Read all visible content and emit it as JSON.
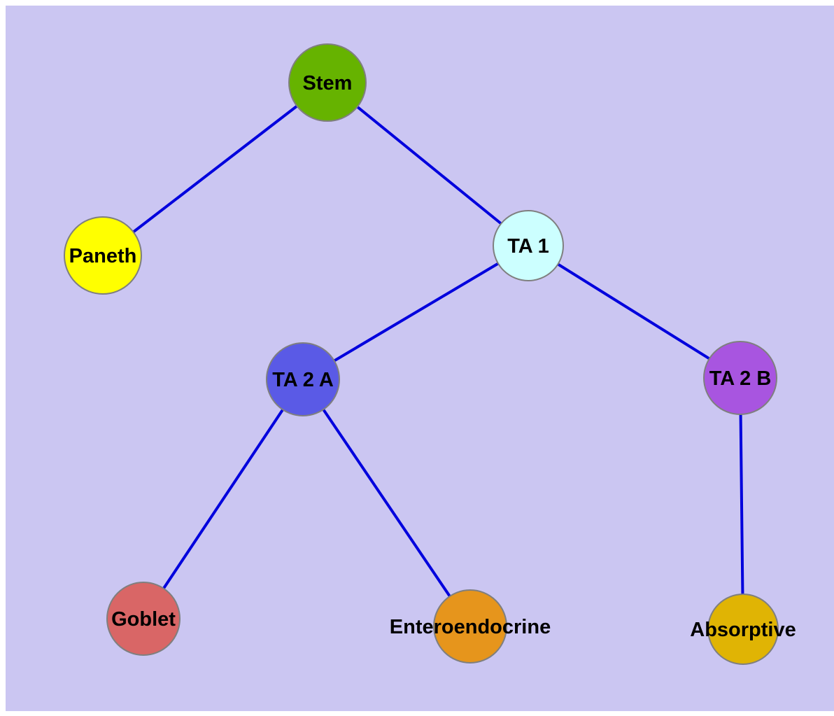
{
  "diagram": {
    "title": "cell-lineage-tree",
    "background_color": "#cbc6f2",
    "edge_color": "#0000dd",
    "node_border_color": "#7f7f7f",
    "label_color": "#000000",
    "nodes": {
      "stem": {
        "label": "Stem",
        "color": "#66b300"
      },
      "paneth": {
        "label": "Paneth",
        "color": "#ffff00"
      },
      "ta1": {
        "label": "TA 1",
        "color": "#ccffff"
      },
      "ta2a": {
        "label": "TA 2 A",
        "color": "#5a5ae6"
      },
      "ta2b": {
        "label": "TA 2 B",
        "color": "#a855e0"
      },
      "goblet": {
        "label": "Goblet",
        "color": "#d96666"
      },
      "enteroendocrine": {
        "label": "Enteroendocrine",
        "color": "#e6951c"
      },
      "absorptive": {
        "label": "Absorptive",
        "color": "#e0b404"
      }
    },
    "edges": [
      {
        "from": "Stem",
        "to": "Paneth"
      },
      {
        "from": "Stem",
        "to": "TA 1"
      },
      {
        "from": "TA 1",
        "to": "TA 2 A"
      },
      {
        "from": "TA 1",
        "to": "TA 2 B"
      },
      {
        "from": "TA 2 A",
        "to": "Goblet"
      },
      {
        "from": "TA 2 A",
        "to": "Enteroendocrine"
      },
      {
        "from": "TA 2 B",
        "to": "Absorptive"
      }
    ]
  }
}
